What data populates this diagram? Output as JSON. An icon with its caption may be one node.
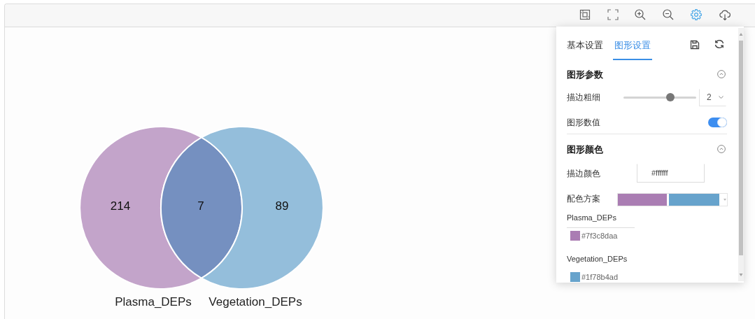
{
  "diagram": {
    "nodes": [
      {
        "text": [
          "214"
        ],
        "beside": [
          "Plasma_DEPs"
        ]
      },
      {
        "text": [
          "7"
        ]
      },
      {
        "text": [
          "89"
        ],
        "beside": [
          "Vegetation_DEPs"
        ]
      }
    ],
    "labels": [
      "基本设置",
      "图形设置",
      "图形参数",
      "描边粗细",
      "2",
      "图形数值",
      "图形颜色",
      "描边颜色",
      "#ffffff",
      "配色方案",
      "Plasma_DEPs",
      "Vegetation_DEPs"
    ],
    "legend": [
      {
        "text": "#7f3c8daa",
        "color": "#aa7db3"
      },
      {
        "text": "#1f78b4ad",
        "color": "#67a3cc"
      }
    ]
  }
}
